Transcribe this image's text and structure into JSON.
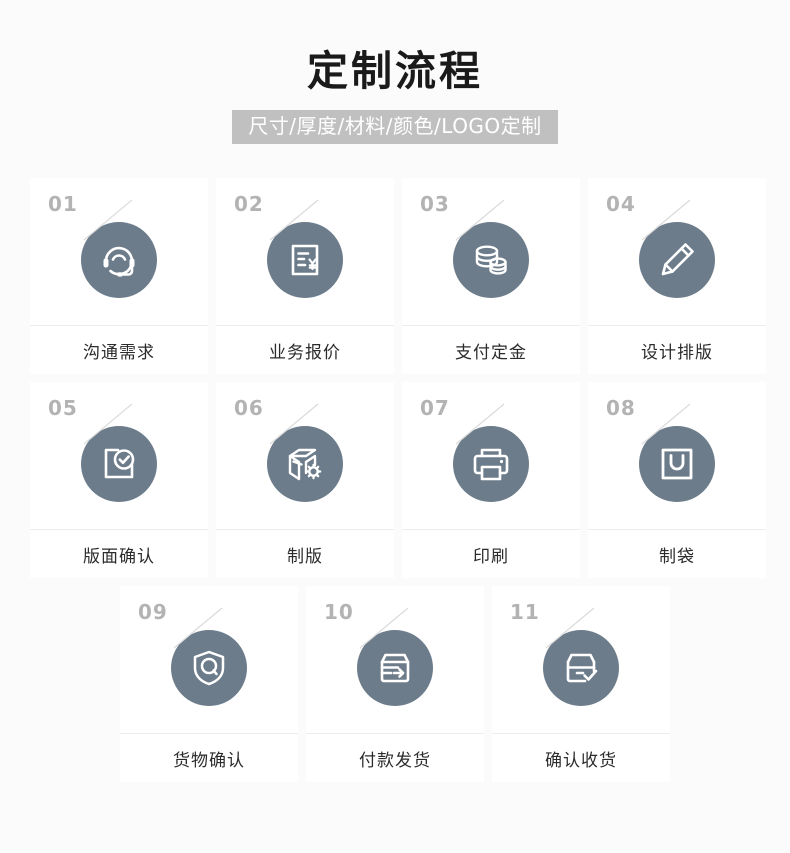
{
  "header": {
    "title": "定制流程",
    "subtitle": "尺寸/厚度/材料/颜色/LOGO定制"
  },
  "colors": {
    "background": "#fbfbfb",
    "card_background": "#ffffff",
    "icon_circle": "#6d7c8b",
    "banner_background": "#c0c0c0",
    "banner_text": "#ffffff",
    "number_text": "#b3b3b3",
    "label_text": "#2b2b2b",
    "divider": "#ededed"
  },
  "rows": [
    {
      "cards": [
        {
          "number": "01",
          "label": "沟通需求",
          "icon": "headset-icon"
        },
        {
          "number": "02",
          "label": "业务报价",
          "icon": "invoice-yuan-icon"
        },
        {
          "number": "03",
          "label": "支付定金",
          "icon": "coin-stack-icon"
        },
        {
          "number": "04",
          "label": "设计排版",
          "icon": "pencil-icon"
        }
      ]
    },
    {
      "cards": [
        {
          "number": "05",
          "label": "版面确认",
          "icon": "document-check-icon"
        },
        {
          "number": "06",
          "label": "制版",
          "icon": "box-gear-icon"
        },
        {
          "number": "07",
          "label": "印刷",
          "icon": "printer-icon"
        },
        {
          "number": "08",
          "label": "制袋",
          "icon": "shopping-bag-icon"
        }
      ]
    },
    {
      "cards": [
        {
          "number": "09",
          "label": "货物确认",
          "icon": "shield-quality-icon"
        },
        {
          "number": "10",
          "label": "付款发货",
          "icon": "box-shipping-arrow-icon"
        },
        {
          "number": "11",
          "label": "确认收货",
          "icon": "box-check-icon"
        }
      ]
    }
  ]
}
